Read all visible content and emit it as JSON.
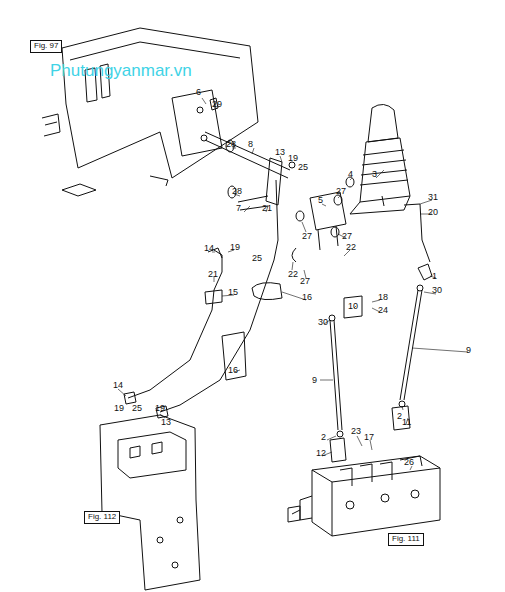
{
  "diagram": {
    "nodes": [
      {
        "text": [
          "Fig. 97"
        ]
      },
      {
        "text": [
          "Fig. 112"
        ]
      },
      {
        "text": [
          "Fig. 111"
        ]
      }
    ],
    "edges": [],
    "labels": [
      "Phutungyanmar.vn",
      "6",
      "29",
      "28",
      "8",
      "13",
      "19",
      "25",
      "3",
      "4",
      "27",
      "5",
      "28",
      "7",
      "21",
      "31",
      "20",
      "27",
      "27",
      "22",
      "14",
      "19",
      "25",
      "21",
      "22",
      "27",
      "1",
      "30",
      "10",
      "18",
      "24",
      "16",
      "15",
      "30",
      "16",
      "9",
      "9",
      "14",
      "13",
      "19",
      "25",
      "19",
      "2",
      "2",
      "11",
      "12",
      "23",
      "17",
      "26"
    ]
  }
}
